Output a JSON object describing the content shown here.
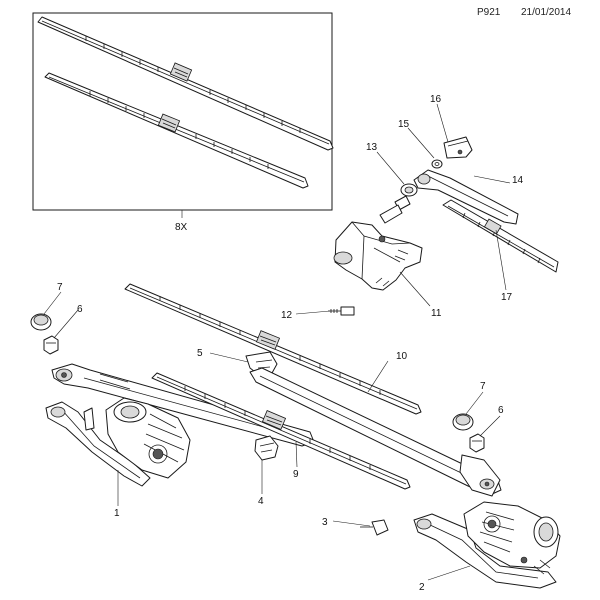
{
  "header": {
    "diagram_code": "P921",
    "date": "21/01/2014"
  },
  "callouts": {
    "c1": "1",
    "c2": "2",
    "c3": "3",
    "c4": "4",
    "c5": "5",
    "c6a": "6",
    "c6b": "6",
    "c7a": "7",
    "c7b": "7",
    "c9": "9",
    "c10": "10",
    "c11": "11",
    "c12": "12",
    "c13": "13",
    "c14": "14",
    "c15": "15",
    "c16": "16",
    "c17": "17",
    "kit": "8X"
  }
}
